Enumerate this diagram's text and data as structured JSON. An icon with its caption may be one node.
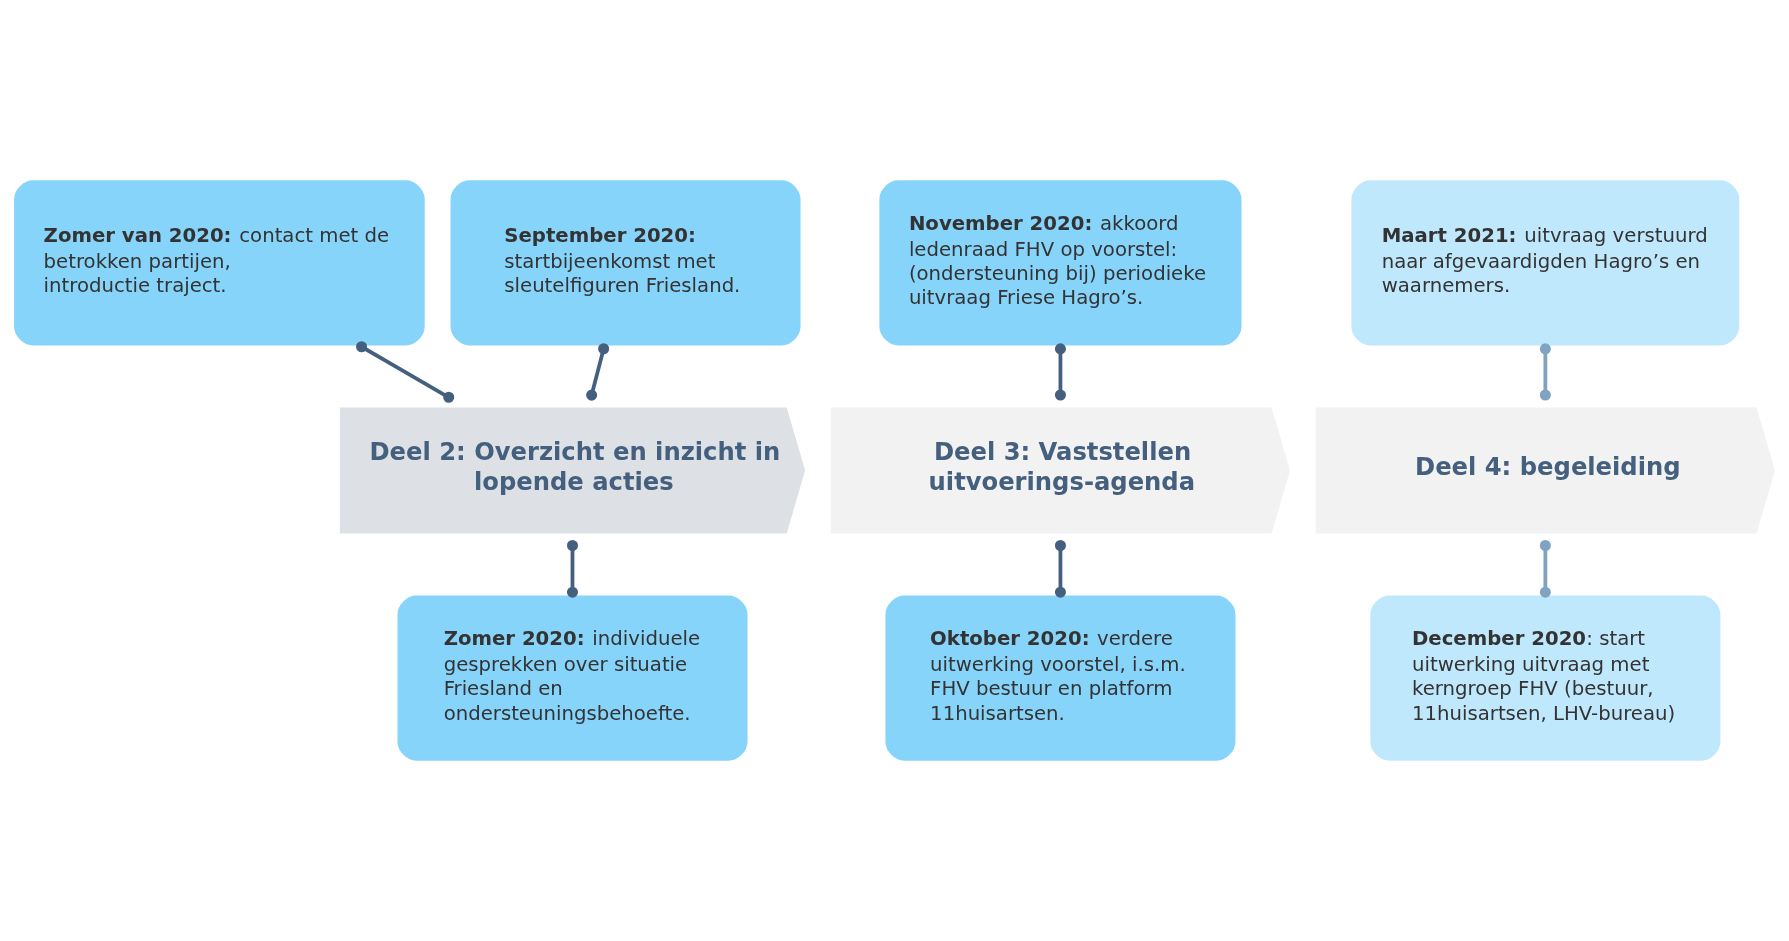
{
  "diagram": {
    "nodes": [
      {
        "text": [
          "**Zomer van 2020:** contact met de betrokken partijen, introductie traject."
        ]
      },
      {
        "text": [
          "**September 2020:** startbijeenkomst met sleutelfiguren Friesland."
        ]
      },
      {
        "text": [
          "**November 2020:** akkoord ledenraad FHV op voorstel: (ondersteuning bij) periodieke uitvraag Friese Hagro’s."
        ]
      },
      {
        "text": [
          "**Maart 2021:** uitvraag verstuurd naar afgevaardigden Hagro’s en waarnemers."
        ]
      },
      {
        "text": [
          "Deel 2: Overzicht en inzicht in lopende acties"
        ]
      },
      {
        "text": [
          "Deel 3: Vaststellen uitvoerings-agenda"
        ]
      },
      {
        "text": [
          "Deel 4: begeleiding"
        ]
      },
      {
        "text": [
          "**Zomer 2020:** individuele gesprekken over situatie Friesland en ondersteuningsbehoefte."
        ]
      },
      {
        "text": [
          "**Oktober 2020:** verdere uitwerking voorstel, i.s.m. FHV bestuur en platform 11huisartsen."
        ]
      },
      {
        "text": [
          "**December 2020**: start uitwerking uitvraag met kerngroep FHV (bestuur, 11huisartsen, LHV-bureau)"
        ]
      }
    ],
    "edges": [
      {
        "from": 0,
        "to": 4,
        "arrow": "other"
      },
      {
        "from": 1,
        "to": 4,
        "arrow": "other"
      },
      {
        "from": 2,
        "to": 5,
        "arrow": "other"
      },
      {
        "from": 3,
        "to": 6,
        "arrow": "other",
        "color": "#7fa3c0"
      },
      {
        "from": 4,
        "to": 7,
        "arrow": "other"
      },
      {
        "from": 5,
        "to": 8,
        "arrow": "other"
      },
      {
        "from": 6,
        "to": 9,
        "arrow": "other",
        "color": "#7fa3c0"
      }
    ]
  }
}
